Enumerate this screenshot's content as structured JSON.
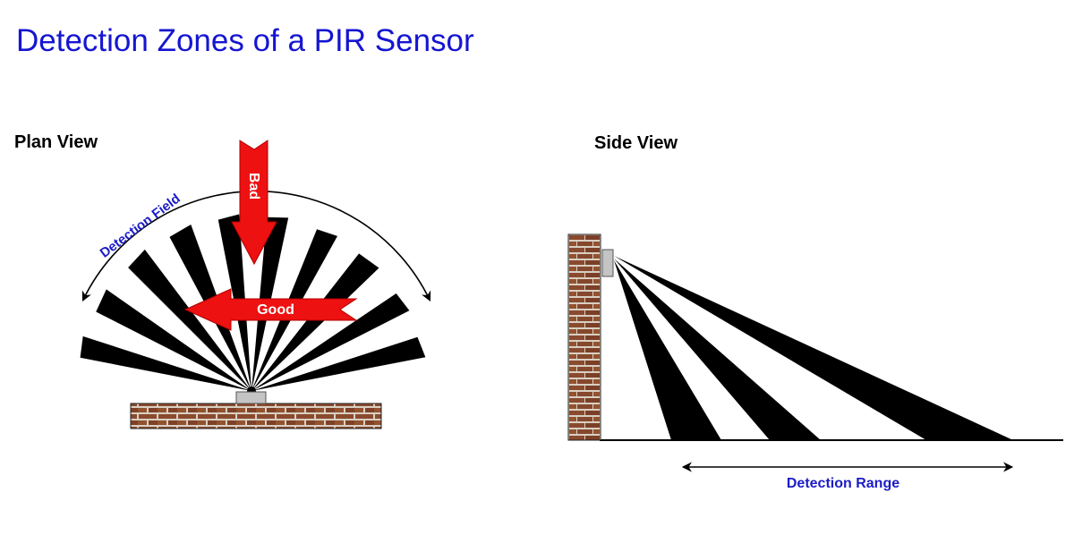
{
  "title": "Detection Zones of a PIR Sensor",
  "plan_view": {
    "label": "Plan View",
    "detection_field_label": "Detection Field",
    "bad_label": "Bad",
    "good_label": "Good"
  },
  "side_view": {
    "label": "Side View",
    "detection_range_label": "Detection Range"
  },
  "colors": {
    "title": "#1515d2",
    "annotation": "#1c1cc8",
    "arrow_red": "#ee1111",
    "beam": "#000000",
    "brick": "#8a4a2e",
    "mortar": "#d9cfc2",
    "sensor": "#c4c4c4"
  }
}
